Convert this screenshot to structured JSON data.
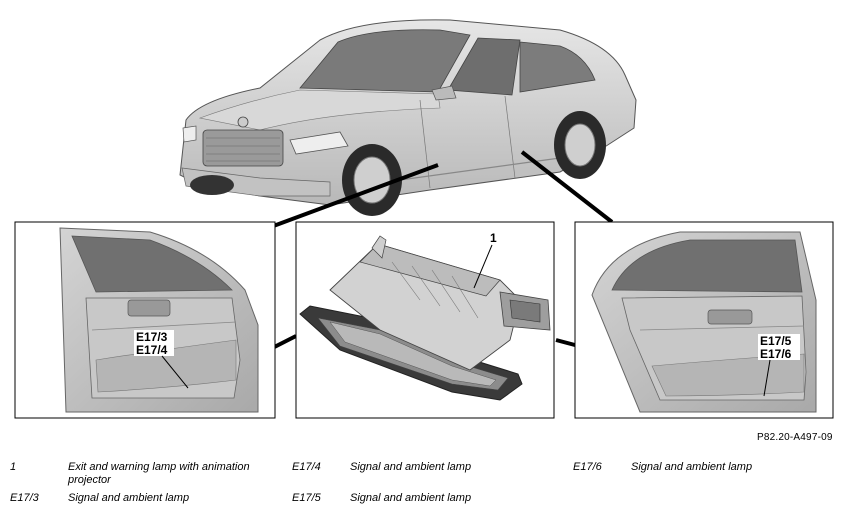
{
  "figure": {
    "reference_code": "P82.20-A497-09",
    "callouts": {
      "front_door": [
        "E17/3",
        "E17/4"
      ],
      "lamp_detail": "1",
      "rear_door": [
        "E17/5",
        "E17/6"
      ]
    }
  },
  "legend": [
    {
      "key": "1",
      "description": "Exit and warning lamp with animation projector"
    },
    {
      "key": "E17/3",
      "description": "Signal and ambient lamp"
    },
    {
      "key": "E17/4",
      "description": "Signal and ambient lamp"
    },
    {
      "key": "E17/5",
      "description": "Signal and ambient lamp"
    },
    {
      "key": "E17/6",
      "description": "Signal and ambient lamp"
    }
  ]
}
